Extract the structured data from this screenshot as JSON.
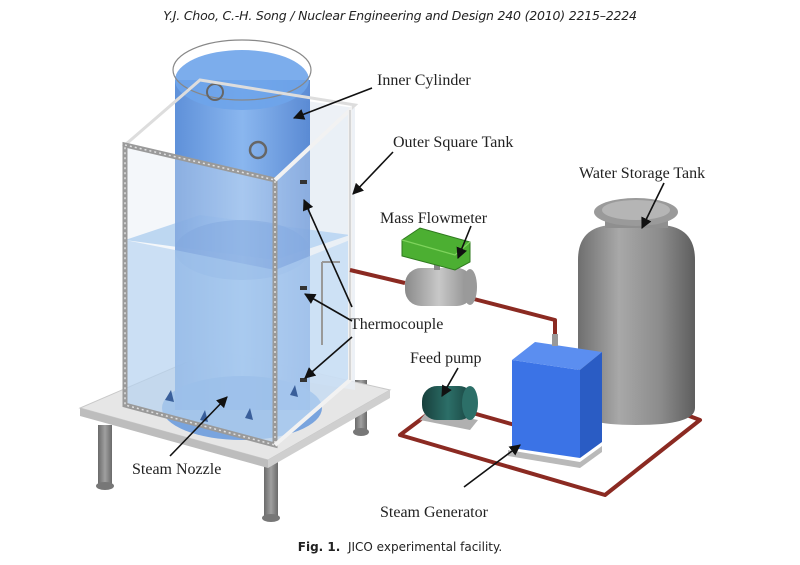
{
  "header": {
    "running_head": "Y.J. Choo, C.-H. Song / Nuclear Engineering and Design 240 (2010) 2215–2224"
  },
  "figure": {
    "labels": {
      "inner_cylinder": "Inner Cylinder",
      "outer_square_tank": "Outer Square Tank",
      "water_storage_tank": "Water Storage Tank",
      "mass_flowmeter": "Mass Flowmeter",
      "thermocouple": "Thermocouple",
      "feed_pump": "Feed pump",
      "steam_nozzle": "Steam Nozzle",
      "steam_generator": "Steam Generator"
    },
    "colors": {
      "water": "#7fb2ea",
      "cylinder": "#5b93e0",
      "flowmeter": "#4caf32",
      "pump": "#1f5a55",
      "steam_generator": "#3b73e6",
      "storage_tank": "#8a8a8a",
      "pipe": "#8b2a22"
    }
  },
  "caption": {
    "number": "Fig. 1.",
    "text": "JICO experimental facility."
  }
}
